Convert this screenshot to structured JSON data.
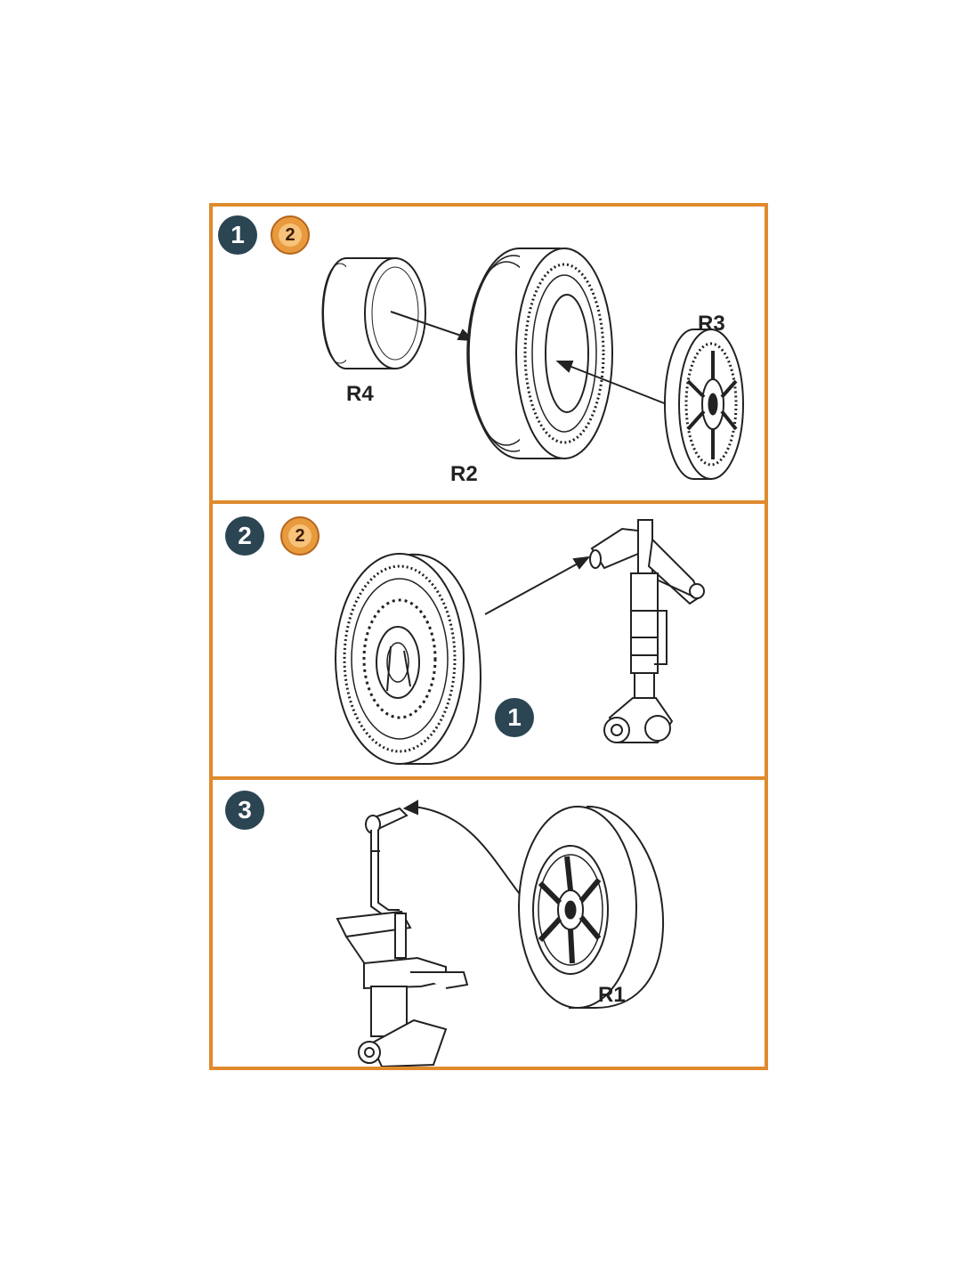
{
  "steps": [
    {
      "number": "1",
      "quantity": "2",
      "parts": [
        "R4",
        "R2",
        "R3"
      ]
    },
    {
      "number": "2",
      "quantity": "2",
      "subassembly_ref": "1"
    },
    {
      "number": "3",
      "parts": [
        "R1"
      ]
    }
  ],
  "colors": {
    "frame": "#e08a2e",
    "step_badge": "#2b4552",
    "quantity_badge": "#e89a3c",
    "line_art": "#222222"
  },
  "icons": {
    "quantity_badge": "circular-arrow-quantity-icon"
  }
}
